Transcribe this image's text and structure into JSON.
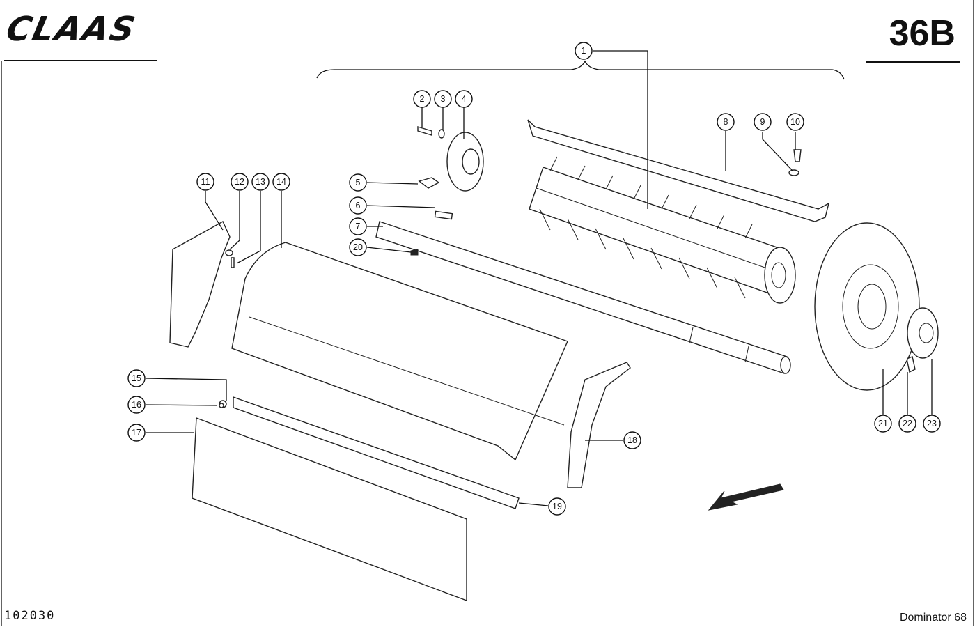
{
  "header": {
    "brand": "CLAAS",
    "page_code": "36B"
  },
  "footer": {
    "doc_number": "102030",
    "model": "Dominator 68"
  },
  "callouts": [
    {
      "num": "1"
    },
    {
      "num": "2"
    },
    {
      "num": "3"
    },
    {
      "num": "4"
    },
    {
      "num": "5"
    },
    {
      "num": "6"
    },
    {
      "num": "7"
    },
    {
      "num": "8"
    },
    {
      "num": "9"
    },
    {
      "num": "10"
    },
    {
      "num": "11"
    },
    {
      "num": "12"
    },
    {
      "num": "13"
    },
    {
      "num": "14"
    },
    {
      "num": "15"
    },
    {
      "num": "16"
    },
    {
      "num": "17"
    },
    {
      "num": "18"
    },
    {
      "num": "19"
    },
    {
      "num": "20"
    },
    {
      "num": "21"
    },
    {
      "num": "22"
    },
    {
      "num": "23"
    }
  ]
}
